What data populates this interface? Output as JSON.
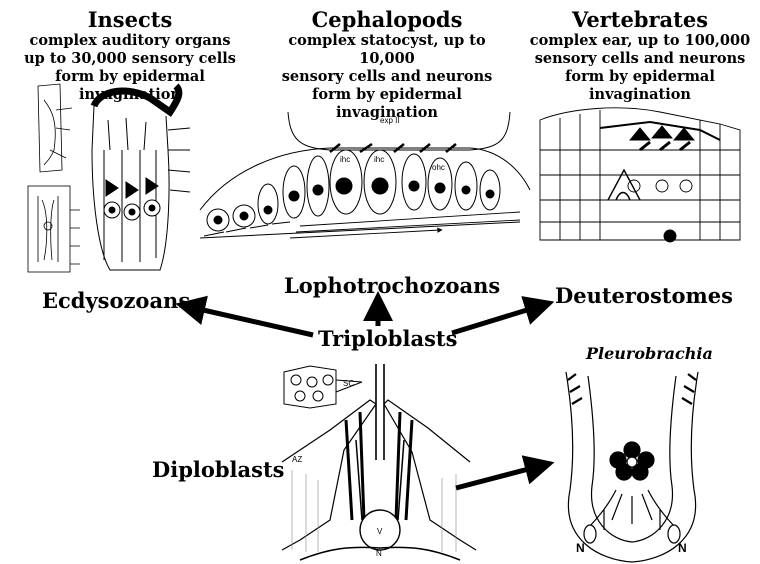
{
  "columns": [
    {
      "title": "Insects",
      "lines": [
        "complex auditory organs",
        "up to 30,000 sensory cells",
        "form by epidermal invagination"
      ]
    },
    {
      "title": "Cephalopods",
      "lines": [
        "complex statocyst, up to 10,000",
        "sensory cells and neurons",
        "form by epidermal invagination"
      ]
    },
    {
      "title": "Vertebrates",
      "lines": [
        "complex ear, up to 100,000",
        "sensory cells and neurons",
        "form by epidermal invagination"
      ]
    }
  ],
  "clades": {
    "ecdysozoans": "Ecdysozoans",
    "lophotrochozoans": "Lophotrochozoans",
    "deuterostomes": "Deuterostomes",
    "triploblasts": "Triploblasts",
    "diploblasts": "Diploblasts",
    "pleurobrachia": "Pleurobrachia"
  },
  "figure_labels": {
    "sc": "SC",
    "az": "AZ",
    "v": "V",
    "n": "N",
    "n_left": "N",
    "n_right": "N",
    "exp": "exp II",
    "ihc1": "ihc",
    "ihc2": "ihc",
    "ohc": "ohc"
  },
  "colors": {
    "ink": "#000000",
    "background": "#ffffff"
  }
}
